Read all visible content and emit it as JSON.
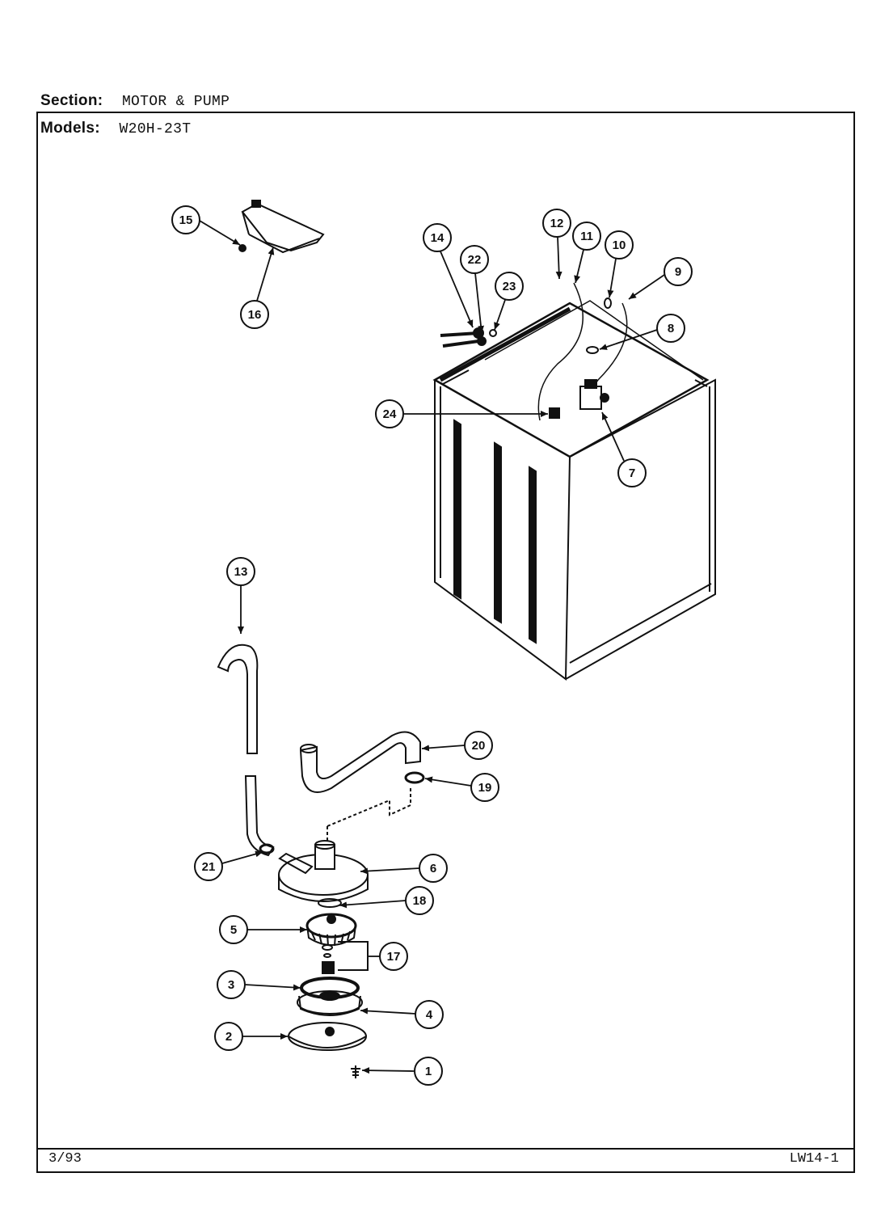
{
  "header": {
    "section_label": "Section:",
    "section_value": "MOTOR & PUMP",
    "models_label": "Models:",
    "models_value": "W20H-23T"
  },
  "footer": {
    "date": "3/93",
    "code": "LW14-1"
  },
  "callouts": [
    "1",
    "2",
    "3",
    "4",
    "5",
    "6",
    "7",
    "8",
    "9",
    "10",
    "11",
    "12",
    "13",
    "14",
    "15",
    "16",
    "17",
    "18",
    "19",
    "20",
    "21",
    "22",
    "23",
    "24"
  ]
}
